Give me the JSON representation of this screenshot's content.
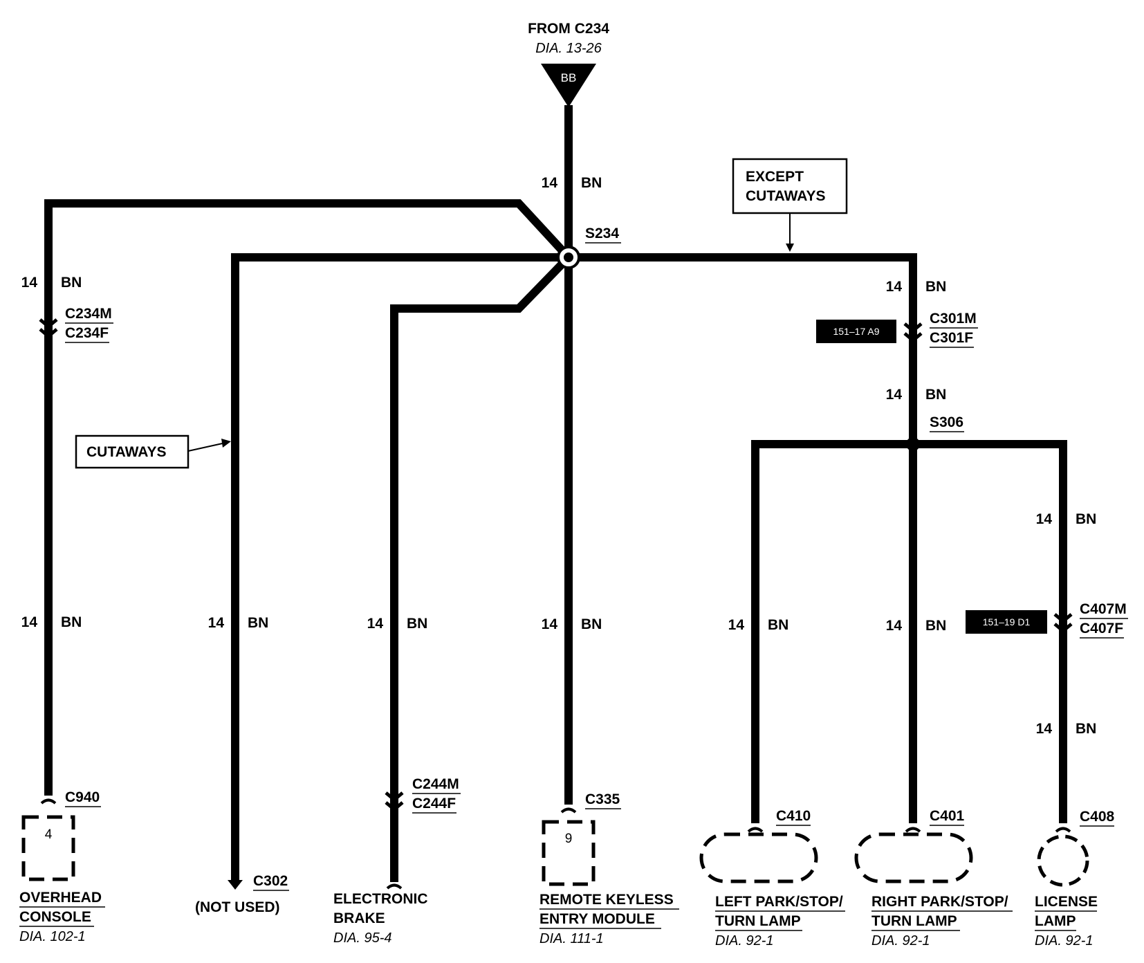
{
  "source": {
    "from": "FROM C234",
    "dia": "DIA. 13-26",
    "pin": "BB"
  },
  "wire_gauge": "14",
  "wire_color": "BN",
  "splices": {
    "s234": "S234",
    "s306": "S306"
  },
  "notes": {
    "except_cutaways": [
      "EXCEPT",
      "CUTAWAYS"
    ],
    "cutaways": "CUTAWAYS"
  },
  "connectors": {
    "c234m": "C234M",
    "c234f": "C234F",
    "c301m": "C301M",
    "c301f": "C301F",
    "c407m": "C407M",
    "c407f": "C407F",
    "c244m": "C244M",
    "c244f": "C244F"
  },
  "refs": {
    "c301": "151–17 A9",
    "c407": "151–19 D1"
  },
  "loads": [
    {
      "connector": "C940",
      "pin": "4",
      "name": [
        "OVERHEAD",
        "CONSOLE"
      ],
      "dia": "DIA. 102-1"
    },
    {
      "connector": "C302",
      "name": [
        "(NOT USED)"
      ]
    },
    {
      "name": [
        "ELECTRONIC",
        "BRAKE"
      ],
      "dia": "DIA. 95-4"
    },
    {
      "connector": "C335",
      "pin": "9",
      "name": [
        "REMOTE KEYLESS",
        "ENTRY MODULE"
      ],
      "dia": "DIA. 111-1"
    },
    {
      "connector": "C410",
      "name": [
        "LEFT PARK/STOP/",
        "TURN LAMP"
      ],
      "dia": "DIA. 92-1"
    },
    {
      "connector": "C401",
      "name": [
        "RIGHT PARK/STOP/",
        "TURN LAMP"
      ],
      "dia": "DIA. 92-1"
    },
    {
      "connector": "C408",
      "name": [
        "LICENSE",
        "LAMP"
      ],
      "dia": "DIA. 92-1"
    }
  ]
}
